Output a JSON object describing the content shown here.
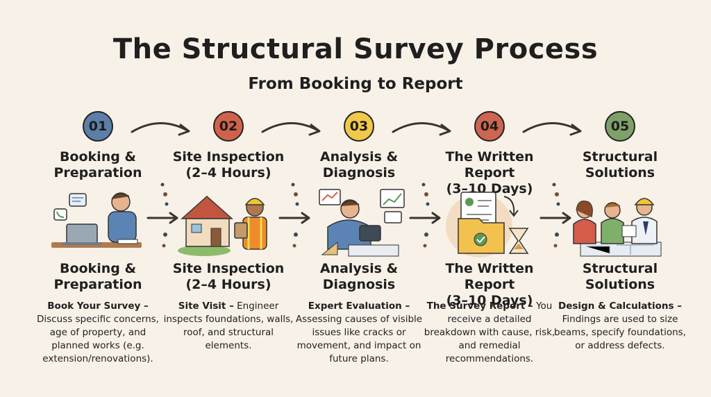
{
  "title": "The Structural Survey Process",
  "subtitle": "From Booking to Report",
  "colors": {
    "step1": "#5b7fa8",
    "step2": "#d0624c",
    "step3": "#f1c84a",
    "step4": "#cd6650",
    "step5": "#7fa169",
    "background": "#f8f1e7"
  },
  "steps": [
    {
      "number": "01",
      "heading": [
        "Booking &",
        "Preparation"
      ],
      "desc_bold": "Book Your Survey –",
      "desc_text": "Discuss specific concerns, age of property, and planned works (e.g. extension/renovations).",
      "icon": "phone-call-laptop-illustration"
    },
    {
      "number": "02",
      "heading": [
        "Site Inspection",
        "(2–4 Hours)"
      ],
      "desc_bold": "Site Visit –",
      "desc_text": "Engineer inspects foundations, walls, roof, and structural elements.",
      "icon": "engineer-house-illustration"
    },
    {
      "number": "03",
      "heading": [
        "Analysis &",
        "Diagnosis"
      ],
      "desc_bold": "Expert Evaluation –",
      "desc_text": "Assessing causes of visible issues like cracks or movement, and impact on future plans.",
      "icon": "analysis-tablet-illustration"
    },
    {
      "number": "04",
      "heading": [
        "The Written Report",
        "(3–10 Days)"
      ],
      "desc_bold": "The Survey Report –",
      "desc_text": "You receive a detailed breakdown with cause, risk, and remedial recommendations.",
      "icon": "report-folder-illustration"
    },
    {
      "number": "05",
      "heading": [
        "Structural",
        "Solutions"
      ],
      "desc_bold": "Design & Calculations –",
      "desc_text": "Findings are used to size beams, specify foundations, or address defects.",
      "icon": "team-blueprint-illustration"
    }
  ]
}
